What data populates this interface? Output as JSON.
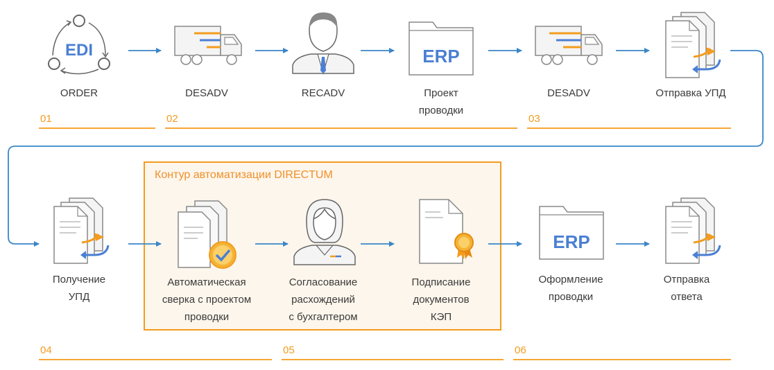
{
  "contour": {
    "title": "Контур автоматизации DIRECTUM"
  },
  "row1": {
    "steps": [
      {
        "label": "ORDER",
        "icon": "edi-cycle-icon",
        "icon_text": "EDI"
      },
      {
        "label": "DESADV",
        "icon": "truck-icon"
      },
      {
        "label": "RECADV",
        "icon": "businessman-icon"
      },
      {
        "label": "Проект\nпроводки",
        "icon": "erp-folder-icon",
        "icon_text": "ERP"
      },
      {
        "label": "DESADV",
        "icon": "truck-icon"
      },
      {
        "label": "Отправка УПД",
        "icon": "document-exchange-icon"
      }
    ],
    "numbers": [
      "01",
      "02",
      "03"
    ]
  },
  "row2": {
    "steps": [
      {
        "label": "Получение\nУПД",
        "icon": "document-exchange-icon"
      },
      {
        "label": "Автоматическая\nсверка с проектом\nпроводки",
        "icon": "documents-check-icon"
      },
      {
        "label": "Согласование\nрасхождений\nс бухгалтером",
        "icon": "accountant-woman-icon"
      },
      {
        "label": "Подписание\nдокументов\nКЭП",
        "icon": "signed-document-icon"
      },
      {
        "label": "Оформление\nпроводки",
        "icon": "erp-folder-icon",
        "icon_text": "ERP"
      },
      {
        "label": "Отправка\nответа",
        "icon": "document-exchange-icon"
      }
    ],
    "numbers": [
      "04",
      "05",
      "06"
    ]
  },
  "colors": {
    "accent_orange": "#f39c1e",
    "accent_blue": "#3a86c8",
    "icon_blue": "#4a7fd4",
    "icon_grey": "#666666"
  }
}
